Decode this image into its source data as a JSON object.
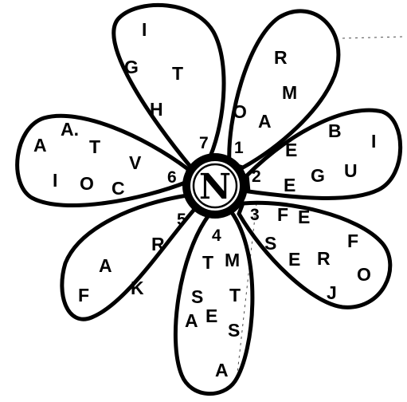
{
  "center_letter": "N",
  "petals": [
    {
      "number": "1",
      "letters": [
        "R",
        "M",
        "O",
        "A"
      ]
    },
    {
      "number": "2",
      "letters": [
        "B",
        "I",
        "E",
        "E",
        "G",
        "U"
      ]
    },
    {
      "number": "3",
      "letters": [
        "F",
        "E",
        "S",
        "E",
        "R",
        "F",
        "J",
        "O"
      ]
    },
    {
      "number": "4",
      "letters": [
        "T",
        "M",
        "S",
        "T",
        "A",
        "E",
        "S",
        "A"
      ]
    },
    {
      "number": "5",
      "letters": [
        "R",
        "A",
        "K",
        "F"
      ]
    },
    {
      "number": "6",
      "letters": [
        "A.",
        "A",
        "T",
        "V",
        "I",
        "O",
        "C"
      ]
    },
    {
      "number": "7",
      "letters": [
        "I",
        "G",
        "T",
        "H"
      ]
    }
  ]
}
